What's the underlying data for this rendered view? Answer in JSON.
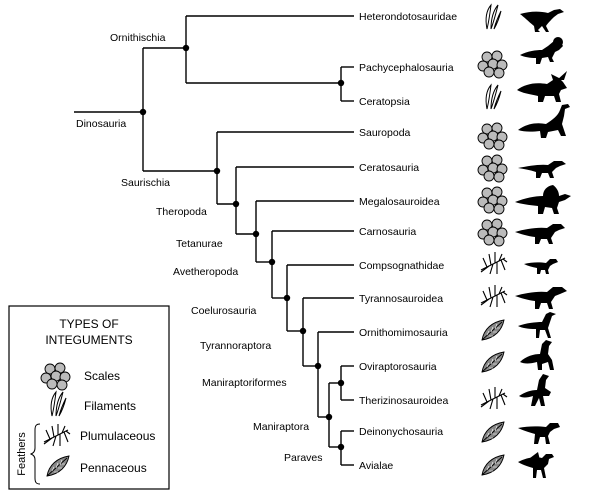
{
  "taxa": [
    {
      "name": "Heterondotosauridae",
      "integument": "filaments",
      "animal": "heterodontosaur-silhouette"
    },
    {
      "name": "Pachycephalosauria",
      "integument": "scales",
      "animal": "pachycephalosaur-silhouette"
    },
    {
      "name": "Ceratopsia",
      "integument": "filaments",
      "animal": "ceratopsian-silhouette"
    },
    {
      "name": "Sauropoda",
      "integument": "scales",
      "animal": "sauropod-silhouette"
    },
    {
      "name": "Ceratosauria",
      "integument": "scales",
      "animal": "ceratosaur-silhouette"
    },
    {
      "name": "Megalosauroidea",
      "integument": "scales",
      "animal": "spinosaur-silhouette"
    },
    {
      "name": "Carnosauria",
      "integument": "scales",
      "animal": "carnosaur-silhouette"
    },
    {
      "name": "Compsognathidae",
      "integument": "plumulaceous",
      "animal": "compsognathid-silhouette"
    },
    {
      "name": "Tyrannosauroidea",
      "integument": "plumulaceous",
      "animal": "tyrannosaur-silhouette"
    },
    {
      "name": "Ornithomimosauria",
      "integument": "pennaceous",
      "animal": "ornithomimid-silhouette"
    },
    {
      "name": "Oviraptorosauria",
      "integument": "pennaceous",
      "animal": "oviraptorosaur-silhouette"
    },
    {
      "name": "Therizinosauroidea",
      "integument": "plumulaceous",
      "animal": "therizinosaur-silhouette"
    },
    {
      "name": "Deinonychosauria",
      "integument": "pennaceous",
      "animal": "dromaeosaur-silhouette"
    },
    {
      "name": "Avialae",
      "integument": "pennaceous",
      "animal": "bird-silhouette"
    }
  ],
  "clades": {
    "dinosauria": "Dinosauria",
    "ornithischia": "Ornithischia",
    "saurischia": "Saurischia",
    "theropoda": "Theropoda",
    "tetanurae": "Tetanurae",
    "avetheropoda": "Avetheropoda",
    "coelurosauria": "Coelurosauria",
    "tyrannoraptora": "Tyrannoraptora",
    "maniraptoriformes": "Maniraptoriformes",
    "maniraptora": "Maniraptora",
    "paraves": "Paraves"
  },
  "legend": {
    "title_line1": "TYPES OF",
    "title_line2": "INTEGUMENTS",
    "scales": "Scales",
    "filaments": "Filaments",
    "plumulaceous": "Plumulaceous",
    "pennaceous": "Pennaceous",
    "feathers_group": "Feathers"
  }
}
